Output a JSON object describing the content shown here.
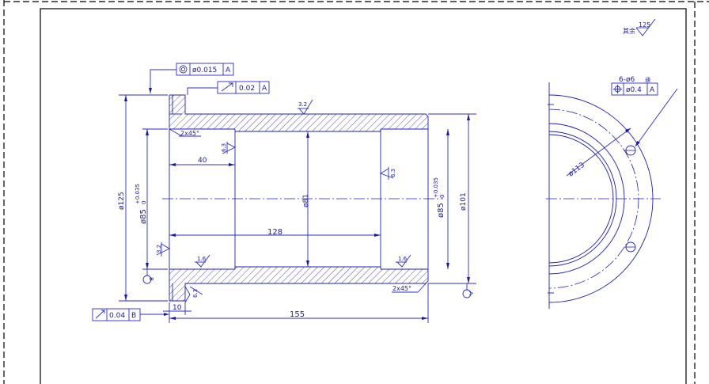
{
  "frame": {
    "border_color": "#000000",
    "ink_color": "#1f1fb8",
    "hatch_color": "#1f1fb8"
  },
  "roughness_general": "125",
  "roughness_general_prefix": "其余",
  "tolerance_frames": {
    "concentricity": {
      "symbol": "concentricity-icon",
      "value": "ø0.015",
      "datum": "A"
    },
    "runout_top": {
      "symbol": "runout-icon",
      "value": "0.02",
      "datum": "A"
    },
    "runout_bottom": {
      "symbol": "runout-icon",
      "value": "0.04",
      "datum": "B"
    },
    "position_holes": {
      "symbol": "position-icon",
      "value": "ø0.4",
      "datum": "A"
    }
  },
  "section_view": {
    "chamfer_top": "2x45°",
    "chamfer_bottom": "2x45°",
    "len_40": "40",
    "len_128": "128",
    "len_155": "155",
    "len_10": "10",
    "dia_125": "ø125",
    "dia_85_left": "ø85",
    "dia_85_left_tol_up": "+0.035",
    "dia_85_left_tol_low": "0",
    "dia_81": "ø81",
    "dia_85_right": "ø85",
    "dia_85_right_tol_up": "+0.035",
    "dia_85_right_tol_low": "0",
    "dia_101": "ø101",
    "rough_3_2_top": "3.2",
    "rough_3_2_left": "3.2",
    "rough_6_3_a": "6.3",
    "rough_6_3_b": "6.3",
    "rough_6_3_c": "6.3",
    "rough_1_6_a": "1.6",
    "rough_1_6_b": "1.6",
    "datum_a": "A",
    "datum_b": "B"
  },
  "end_view": {
    "holes_label": "6-ø6",
    "holes_suffix": "通",
    "pcd_label": "ø113"
  }
}
